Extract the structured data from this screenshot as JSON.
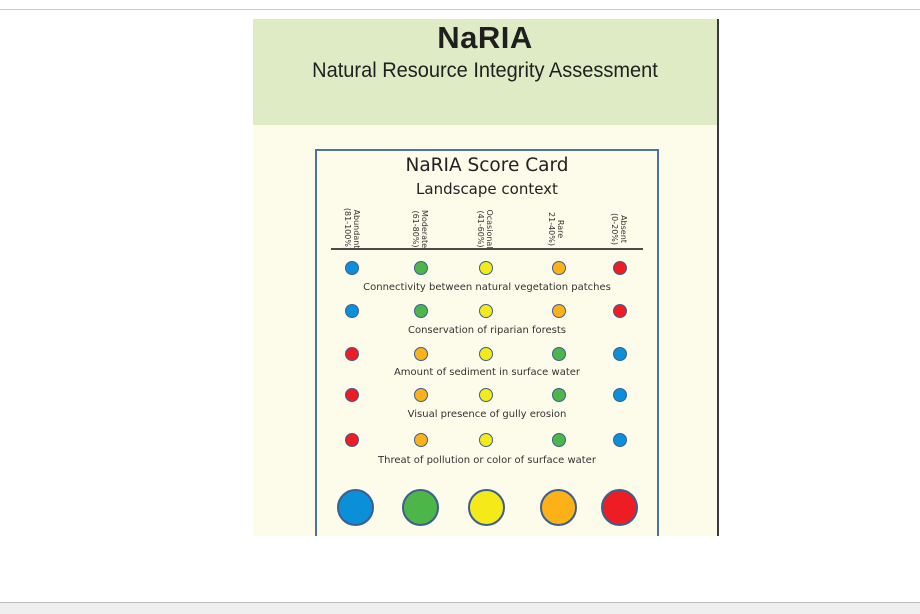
{
  "header": {
    "title": "NaRIA",
    "subtitle": "Natural Resource Integrity Assessment"
  },
  "card": {
    "title": "NaRIA Score Card",
    "subtitle": "Landscape context",
    "columns": [
      {
        "label": "Abundant",
        "range": "(81-100%)"
      },
      {
        "label": "Moderate",
        "range": "(61-80%)"
      },
      {
        "label": "Ocasional",
        "range": "(41-60%)"
      },
      {
        "label": "Rare",
        "range": "21-40%)"
      },
      {
        "label": "Absent",
        "range": "(0-20%)"
      }
    ],
    "colors": {
      "blue": "#0b8fd8",
      "green": "#4cb649",
      "yellow": "#f4ea1a",
      "orange": "#fbb117",
      "red": "#ee1d24"
    },
    "indicators": [
      {
        "label": "Connectivity between natural vegetation patches",
        "dots": [
          "blue",
          "green",
          "yellow",
          "orange",
          "red"
        ]
      },
      {
        "label": "Conservation of riparian forests",
        "dots": [
          "blue",
          "green",
          "yellow",
          "orange",
          "red"
        ]
      },
      {
        "label": "Amount of sediment in surface water",
        "dots": [
          "red",
          "orange",
          "yellow",
          "green",
          "blue"
        ]
      },
      {
        "label": "Visual presence of gully erosion",
        "dots": [
          "red",
          "orange",
          "yellow",
          "green",
          "blue"
        ]
      },
      {
        "label": "Threat of pollution or color of surface water",
        "dots": [
          "red",
          "orange",
          "yellow",
          "green",
          "blue"
        ]
      }
    ],
    "summary_dots": [
      "blue",
      "green",
      "yellow",
      "orange",
      "red"
    ]
  }
}
